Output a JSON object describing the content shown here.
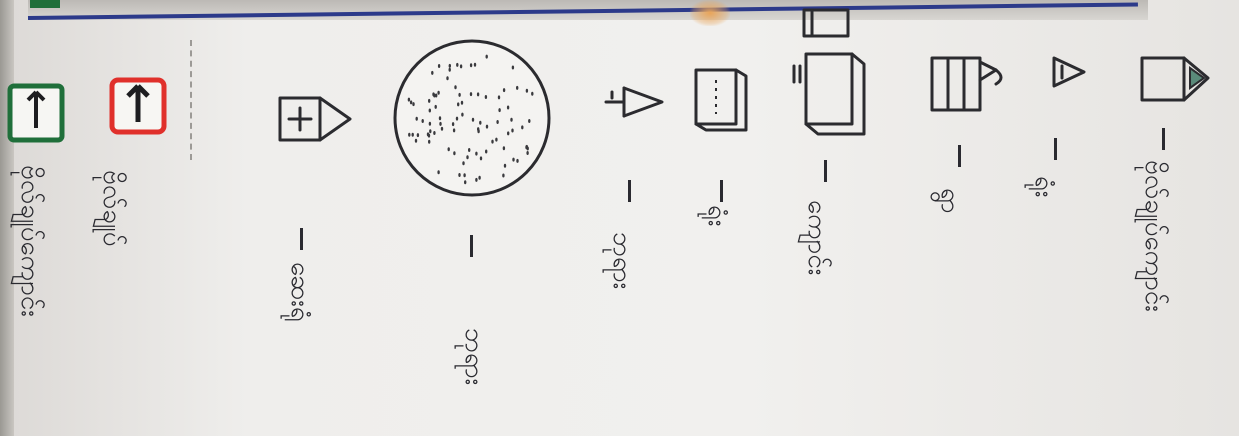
{
  "icons": {
    "entry_exit_green": "arrow-sign-green-icon",
    "entry_exit_red": "arrow-sign-red-icon",
    "hospital": "hospital-plus-icon",
    "dot_circle": "dotted-circle-icon",
    "sub_shape": "triangle-stem-icon",
    "box": "box-icon",
    "table": "table-bench-icon",
    "building": "building-flag-icon",
    "small_triangle": "small-triangle-icon",
    "house": "house-flag-icon"
  },
  "legend": {
    "row1_label": "ဗိုလ်ချုပ်ကျောင်း",
    "row2_label": "ဗိုလ်ချုပ်",
    "row3_label": "ဆေးရုံ",
    "row4_label": "ဘုရား",
    "row5_label": "ဘုရား",
    "row6_label": "ရုံး",
    "row7_label": "ကျောင်း",
    "row8_label": "ရွာ",
    "row9_label": "ရုံး"
  },
  "colors": {
    "ink": "#2b2b2f",
    "green_sign": "#1f6f3a",
    "red_sign": "#e0302b",
    "header_line": "#2c3a8a"
  }
}
